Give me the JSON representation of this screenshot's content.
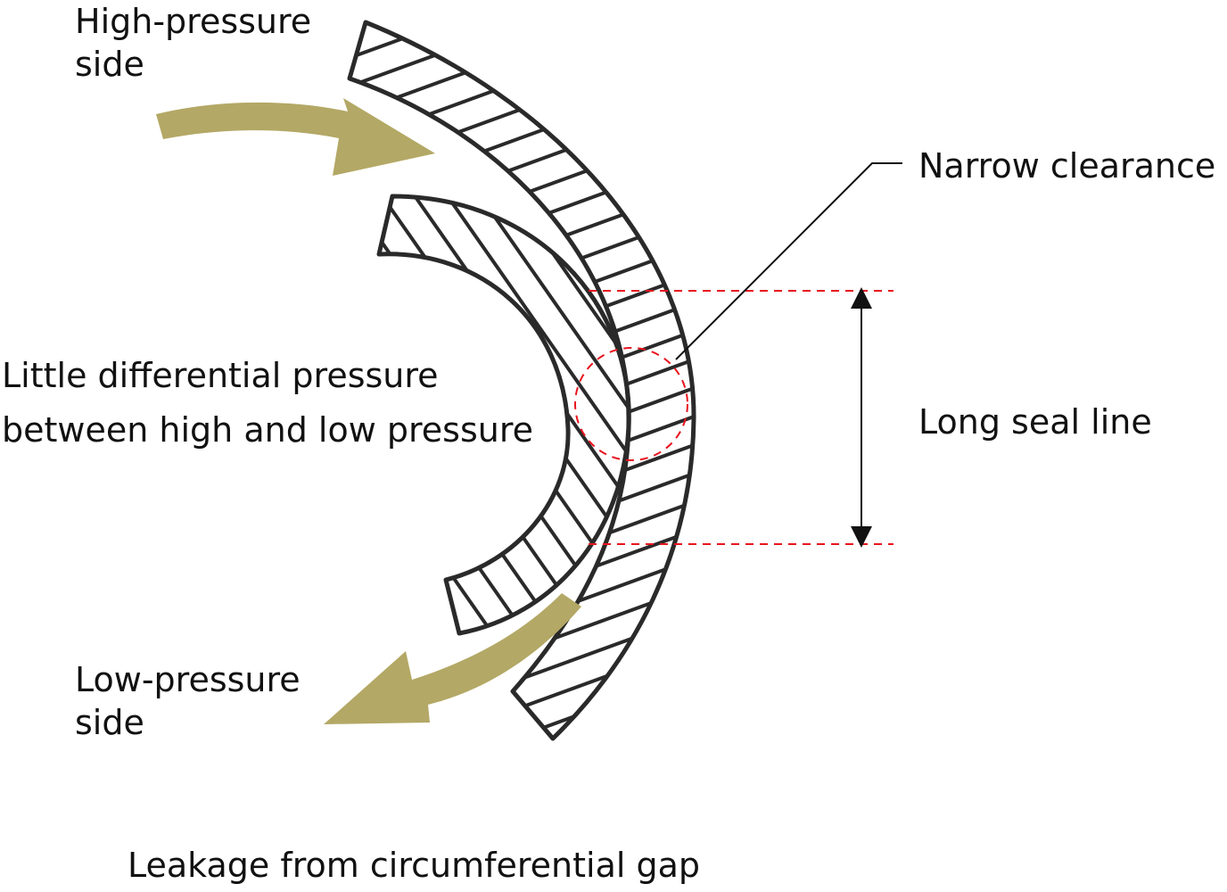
{
  "labels": {
    "high_pressure_line1": "High-pressure",
    "high_pressure_line2": "side",
    "low_pressure_line1": "Low-pressure",
    "low_pressure_line2": "side",
    "little_diff_line1": "Little differential pressure",
    "little_diff_line2": "between high and low pressure",
    "narrow_clearance": "Narrow clearance",
    "long_seal_line": "Long seal line",
    "caption": "Leakage from circumferential gap"
  },
  "colors": {
    "flow_arrow": "#b3a865",
    "outline": "#2a2a2a",
    "dashed_marker": "#e8141e"
  }
}
